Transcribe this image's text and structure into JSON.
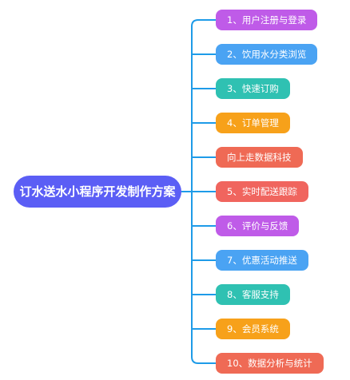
{
  "root": {
    "label": "订水送水小程序开发制作方案",
    "color": "#5b5ef5"
  },
  "connector_color": "#1e9be8",
  "branches": [
    {
      "label": "1、用户注册与登录",
      "color": "#bf5be8"
    },
    {
      "label": "2、饮用水分类浏览",
      "color": "#4aa3f3"
    },
    {
      "label": "3、快速订购",
      "color": "#2fc1b2"
    },
    {
      "label": "4、订单管理",
      "color": "#f7a11a"
    },
    {
      "label": "向上走数据科技",
      "color": "#ef6a55"
    },
    {
      "label": "5、实时配送跟踪",
      "color": "#f0655e"
    },
    {
      "label": "6、评价与反馈",
      "color": "#bf5be8"
    },
    {
      "label": "7、优惠活动推送",
      "color": "#4aa3f3"
    },
    {
      "label": "8、客服支持",
      "color": "#2fc1b2"
    },
    {
      "label": "9、会员系统",
      "color": "#f7a11a"
    },
    {
      "label": "10、数据分析与统计",
      "color": "#ef6a55"
    }
  ]
}
